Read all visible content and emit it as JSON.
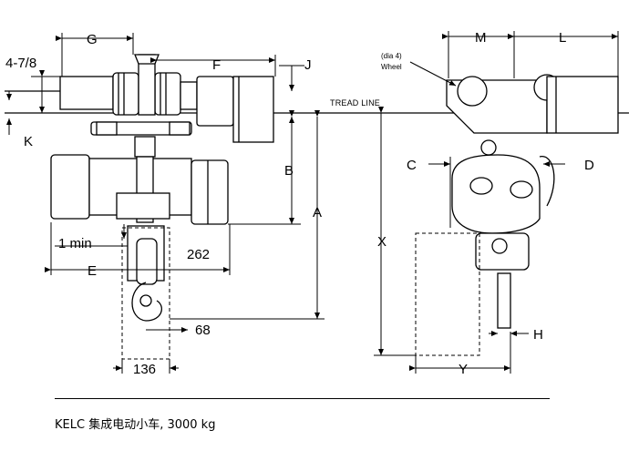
{
  "labels": {
    "A": "A",
    "B": "B",
    "C": "C",
    "D": "D",
    "E": "E",
    "F": "F",
    "G": "G",
    "H": "H",
    "J": "J",
    "K": "K",
    "L": "L",
    "M": "M",
    "X": "X",
    "Y": "Y",
    "four_seven_eighths": "4-7/8",
    "one_min": "1 min",
    "dim_262": "262",
    "dim_68": "68",
    "dim_136": "136",
    "dia4": "(dia 4)",
    "wheel": "Wheel",
    "tread_line": "TREAD LINE"
  },
  "caption": "KELC 集成电动小车, 3000 kg",
  "colors": {
    "line": "#000000",
    "body_fill": "#ffffff",
    "dashed": "#000000"
  }
}
